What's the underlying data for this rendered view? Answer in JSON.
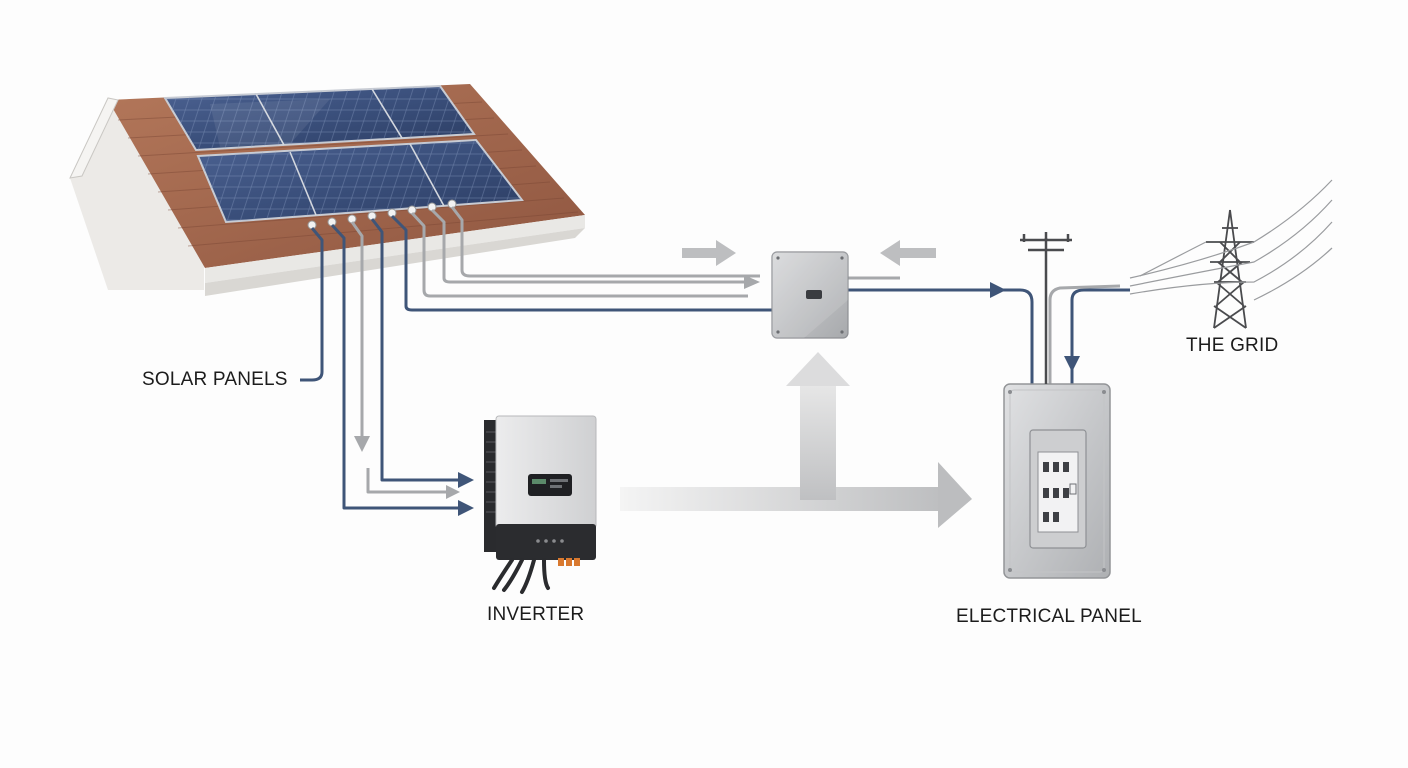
{
  "labels": {
    "solar_panels": "SOLAR PANELS",
    "inverter": "INVERTER",
    "electrical_panel": "ELECTRICAL PANEL",
    "the_grid": "THE GRID"
  },
  "colors": {
    "dc_line": "#3f5578",
    "ac_line": "#a6a8ab",
    "roof_tile": "#a86a4c",
    "panel_cell": "#3a4e78",
    "flow_arrow": "#c9cacb"
  }
}
